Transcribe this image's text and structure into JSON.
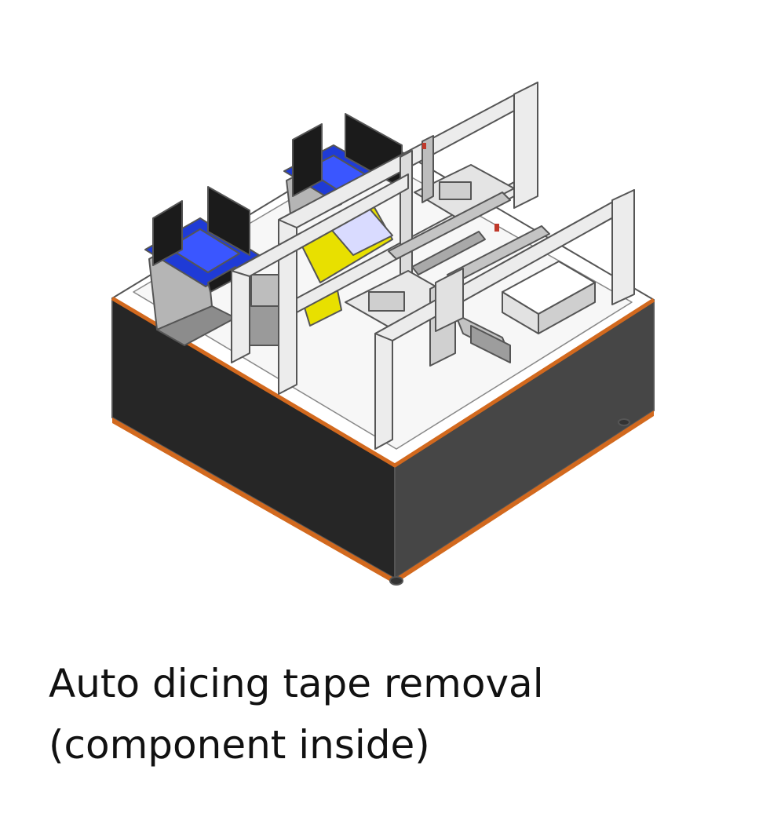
{
  "caption": {
    "line1": "Auto dicing tape removal",
    "line2": "(component inside)"
  },
  "colors": {
    "cabinet_dark": "#2a2a2a",
    "cabinet_side": "#454545",
    "trim_orange": "#d2691e",
    "tray_blue": "#1f3bd6",
    "plate_yellow": "#e8e000",
    "frame_light": "#ededed",
    "frame_stroke": "#555555",
    "top_surface": "#ffffff"
  },
  "icons": {
    "machine": "auto-dicing-tape-removal-machine-illustration"
  }
}
